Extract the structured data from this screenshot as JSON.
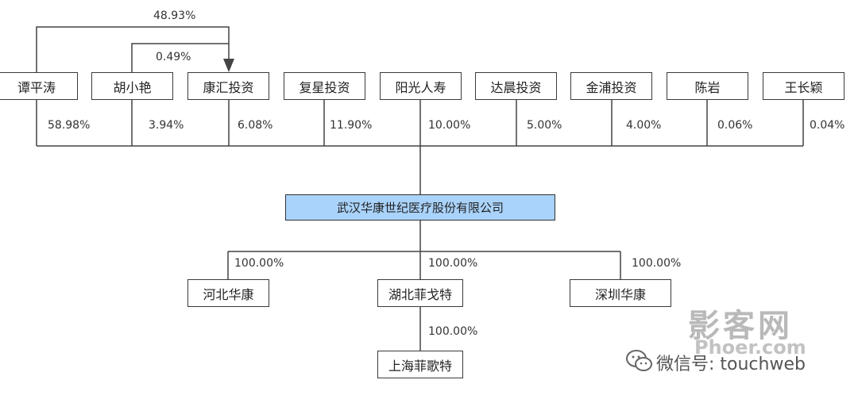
{
  "shareholders": [
    {
      "name": "谭平涛",
      "share": "58.98%"
    },
    {
      "name": "胡小艳",
      "share": "3.94%"
    },
    {
      "name": "康汇投资",
      "share": "6.08%"
    },
    {
      "name": "复星投资",
      "share": "11.90%"
    },
    {
      "name": "阳光人寿",
      "share": "10.00%"
    },
    {
      "name": "达晨投资",
      "share": "5.00%"
    },
    {
      "name": "金浦投资",
      "share": "4.00%"
    },
    {
      "name": "陈岩",
      "share": "0.06%"
    },
    {
      "name": "王长颖",
      "share": "0.04%"
    }
  ],
  "indirect_links": [
    {
      "from": "谭平涛",
      "to": "康汇投资",
      "share": "48.93%"
    },
    {
      "from": "胡小艳",
      "to": "康汇投资",
      "share": "0.49%"
    }
  ],
  "company": {
    "name": "武汉华康世纪医疗股份有限公司"
  },
  "subsidiaries": [
    {
      "name": "河北华康",
      "share": "100.00%"
    },
    {
      "name": "湖北菲戈特",
      "share": "100.00%"
    },
    {
      "name": "深圳华康",
      "share": "100.00%"
    }
  ],
  "sub_subsidiary": {
    "name": "上海菲歌特",
    "parent": "湖北菲戈特",
    "share": "100.00%"
  },
  "watermark": {
    "brand": "影客网",
    "site": "Phoer.com",
    "wechat": "微信号: touchweb"
  }
}
